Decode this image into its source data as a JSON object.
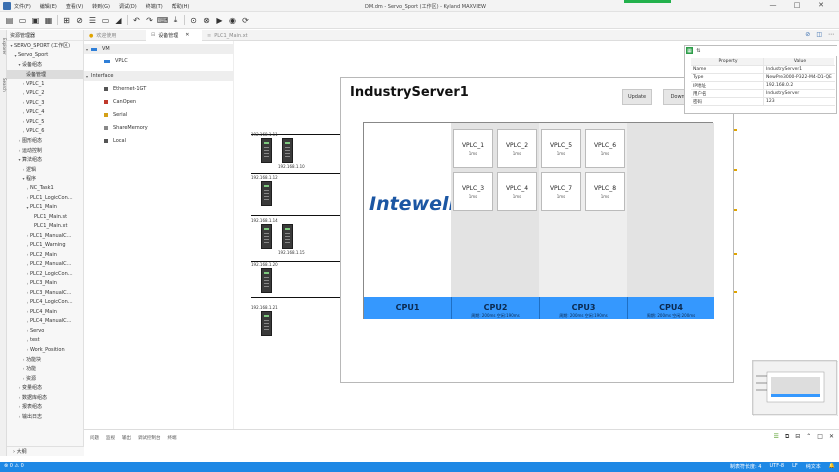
{
  "window": {
    "title": "DM.dm - Servo_Sport (工作区) - Kyland MAXVIEW"
  },
  "menu": [
    "文件(F)",
    "编辑(E)",
    "查看(V)",
    "转到(G)",
    "调试(D)",
    "终端(T)",
    "帮助(H)"
  ],
  "window_controls": [
    "—",
    "□",
    "✕"
  ],
  "toolbar_icons": [
    "new-file-icon",
    "open-folder-icon",
    "save-icon",
    "save-all-icon",
    "device-icon",
    "build-icon",
    "list-icon",
    "monitor-icon",
    "signal-icon",
    "undo-icon",
    "redo-icon",
    "keyboard-icon",
    "download-icon",
    "check-icon",
    "stop-icon",
    "run-icon",
    "record-icon",
    "step-icon"
  ],
  "activity": {
    "explorer": "Explorer",
    "search": "Search"
  },
  "explorer": {
    "header": "资源管理器",
    "items": [
      {
        "label": "SERVO_SPORT (工作区)",
        "level": 0,
        "arrow": "▾"
      },
      {
        "label": "Servo_Sport",
        "level": 1,
        "arrow": "▾"
      },
      {
        "label": "设备组态",
        "level": 2,
        "arrow": "▾"
      },
      {
        "label": "设备管理",
        "level": 3,
        "arrow": "",
        "selected": true
      },
      {
        "label": "VPLC_1",
        "level": 3,
        "arrow": "›"
      },
      {
        "label": "VPLC_2",
        "level": 3,
        "arrow": "›"
      },
      {
        "label": "VPLC_3",
        "level": 3,
        "arrow": "›"
      },
      {
        "label": "VPLC_4",
        "level": 3,
        "arrow": "›"
      },
      {
        "label": "VPLC_5",
        "level": 3,
        "arrow": "›"
      },
      {
        "label": "VPLC_6",
        "level": 3,
        "arrow": "›"
      },
      {
        "label": "图形组态",
        "level": 2,
        "arrow": "›"
      },
      {
        "label": "运动控制",
        "level": 2,
        "arrow": "›"
      },
      {
        "label": "算法组态",
        "level": 2,
        "arrow": "▾"
      },
      {
        "label": "逻辑",
        "level": 3,
        "arrow": "›"
      },
      {
        "label": "程序",
        "level": 3,
        "arrow": "▾"
      },
      {
        "label": "NC_Task1",
        "level": 4,
        "arrow": "›"
      },
      {
        "label": "PLC1_LogicCon...",
        "level": 4,
        "arrow": "›"
      },
      {
        "label": "PLC1_Main",
        "level": 4,
        "arrow": "▾"
      },
      {
        "label": "PLC1_Main.st",
        "level": 5,
        "arrow": ""
      },
      {
        "label": "PLC1_Main.xt",
        "level": 5,
        "arrow": ""
      },
      {
        "label": "PLC1_ManualC...",
        "level": 4,
        "arrow": "›"
      },
      {
        "label": "PLC1_Warning",
        "level": 4,
        "arrow": "›"
      },
      {
        "label": "PLC2_Main",
        "level": 4,
        "arrow": "›"
      },
      {
        "label": "PLC2_ManualC...",
        "level": 4,
        "arrow": "›"
      },
      {
        "label": "PLC2_LogicCon...",
        "level": 4,
        "arrow": "›"
      },
      {
        "label": "PLC3_Main",
        "level": 4,
        "arrow": "›"
      },
      {
        "label": "PLC3_ManualC...",
        "level": 4,
        "arrow": "›"
      },
      {
        "label": "PLC4_LogicCon...",
        "level": 4,
        "arrow": "›"
      },
      {
        "label": "PLC4_Main",
        "level": 4,
        "arrow": "›"
      },
      {
        "label": "PLC4_ManualC...",
        "level": 4,
        "arrow": "›"
      },
      {
        "label": "Servo",
        "level": 4,
        "arrow": "›"
      },
      {
        "label": "test",
        "level": 4,
        "arrow": "›"
      },
      {
        "label": "Work_Position",
        "level": 4,
        "arrow": "›"
      },
      {
        "label": "功能块",
        "level": 3,
        "arrow": "›"
      },
      {
        "label": "功能",
        "level": 3,
        "arrow": "›"
      },
      {
        "label": "资源",
        "level": 3,
        "arrow": "›"
      },
      {
        "label": "变量组态",
        "level": 2,
        "arrow": "›"
      },
      {
        "label": "数据库组态",
        "level": 2,
        "arrow": "›"
      },
      {
        "label": "报表组态",
        "level": 2,
        "arrow": "›"
      },
      {
        "label": "输出日志",
        "level": 2,
        "arrow": "›"
      }
    ],
    "trailer": "› 大纲"
  },
  "tabs": [
    {
      "label": "欢迎使用",
      "active": false
    },
    {
      "label": "设备管理",
      "active": true,
      "close": "✕"
    },
    {
      "label": "PLC1_Main.xt",
      "active": false
    }
  ],
  "tab_icons": [
    "split-icon",
    "layout-icon",
    "more-icon"
  ],
  "device_tree": [
    {
      "label": "VM",
      "group": true,
      "arrow": "▾",
      "color": "#2f7fd8"
    },
    {
      "label": "VPLC",
      "group": false,
      "color": "#2f7fd8"
    },
    {
      "label": "Interface",
      "group": true,
      "arrow": "▾",
      "color": ""
    },
    {
      "label": "Ethernet-1GT",
      "group": false,
      "color": "#555555"
    },
    {
      "label": "CanOpen",
      "group": false,
      "color": "#c0392b"
    },
    {
      "label": "Serial",
      "group": false,
      "color": "#d4a017"
    },
    {
      "label": "ShareMemory",
      "group": false,
      "color": "#888888"
    },
    {
      "label": "Local",
      "group": false,
      "color": "#555555"
    }
  ],
  "network_nodes": [
    {
      "ip": "192.168.1.11",
      "extra_ip": "192.168.1.10"
    },
    {
      "ip": "192.168.1.12",
      "extra_ip": ""
    },
    {
      "ip": "192.168.1.14",
      "extra_ip": "192.168.1.15"
    },
    {
      "ip": "192.168.1.20",
      "extra_ip": ""
    },
    {
      "ip": "192.168.1.21",
      "extra_ip": ""
    }
  ],
  "server": {
    "title": "IndustryServer1",
    "buttons": [
      "Update",
      "Download"
    ],
    "logo": "Intewell",
    "cpus": [
      {
        "name": "CPU1",
        "info": "",
        "vplcs": []
      },
      {
        "name": "CPU2",
        "info": "周期: 200ms 空闲:190ms",
        "vplcs": [
          {
            "name": "VPLC_1",
            "cycle": "1ms"
          },
          {
            "name": "VPLC_2",
            "cycle": "1ms"
          },
          {
            "name": "VPLC_3",
            "cycle": "1ms"
          },
          {
            "name": "VPLC_4",
            "cycle": "1ms"
          }
        ]
      },
      {
        "name": "CPU3",
        "info": "周期: 200ms 空闲:190ms",
        "vplcs": [
          {
            "name": "VPLC_5",
            "cycle": "1ms"
          },
          {
            "name": "VPLC_6",
            "cycle": "1ms"
          },
          {
            "name": "VPLC_7",
            "cycle": "1ms"
          },
          {
            "name": "VPLC_8",
            "cycle": "1ms"
          }
        ]
      },
      {
        "name": "CPU4",
        "info": "周期: 200ms 空闲:200ms",
        "vplcs": []
      }
    ]
  },
  "properties": {
    "header": [
      "Property",
      "Value"
    ],
    "rows": [
      {
        "key": "Name",
        "value": "IndustryServer1"
      },
      {
        "key": "Type",
        "value": "NewPre3000-P322-M4-D1-QE"
      },
      {
        "key": "IP地址",
        "value": "192.168.0.2"
      },
      {
        "key": "用户名",
        "value": "IndustryServer"
      },
      {
        "key": "密码",
        "value": "123"
      }
    ],
    "icons": {
      "sort": "⇅"
    }
  },
  "bottom_panel": {
    "tabs": [
      "问题",
      "监视",
      "输出",
      "调试控制台",
      "终端"
    ],
    "icons": [
      "list-filter-icon",
      "copy-icon",
      "clear-icon",
      "chevron-up-icon",
      "maximize-icon",
      "close-icon"
    ]
  },
  "status": {
    "left": "⊗ 0 ⚠ 0",
    "right": [
      "制表符长度: 4",
      "UTF-8",
      "LF",
      "纯文本",
      "🔔"
    ]
  },
  "colors": {
    "accent": "#1e88e5",
    "cpu_bar": "#3598fe",
    "logo": "#1b56a3"
  }
}
